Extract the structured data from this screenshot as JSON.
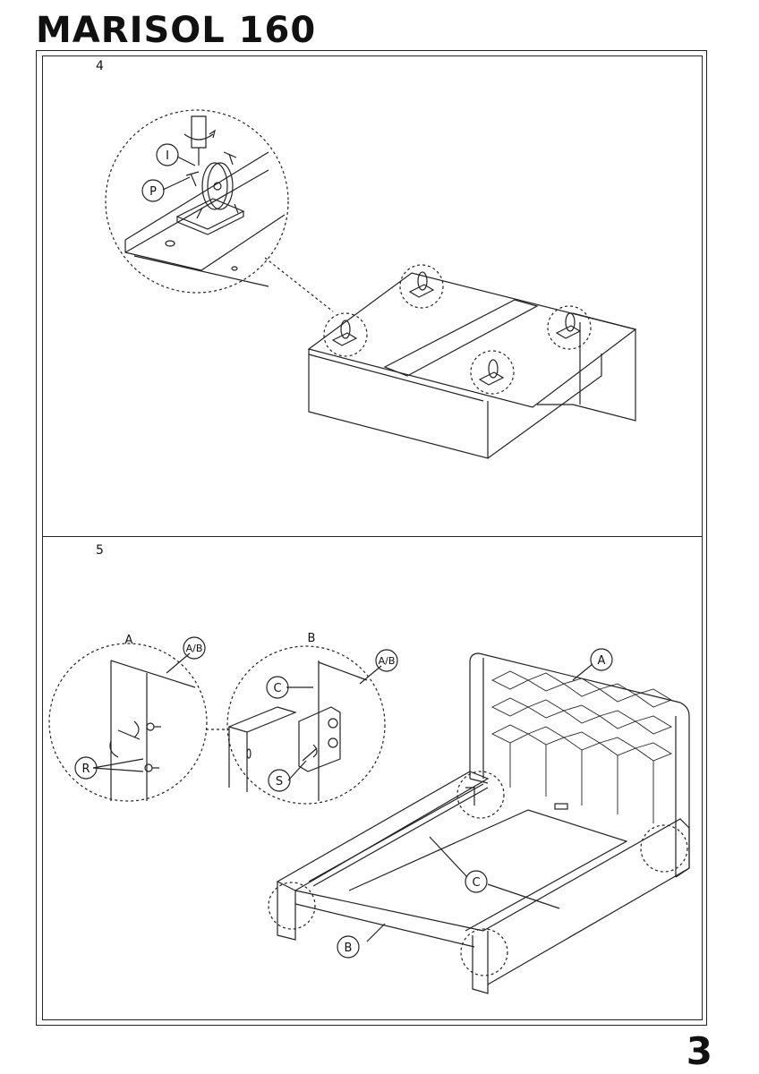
{
  "header": {
    "title": "MARISOL 160"
  },
  "steps": [
    {
      "number": "4"
    },
    {
      "number": "5"
    }
  ],
  "labels": {
    "step4": {
      "screw": "I",
      "plate": "P"
    },
    "step5": {
      "detail_a": "A",
      "detail_b": "B",
      "ab_left": "A/B",
      "ab_right": "A/B",
      "allen_r": "R",
      "part_c_detail": "C",
      "allen_s": "S",
      "headboard": "A",
      "rail": "C",
      "footboard": "B"
    }
  },
  "footer": {
    "page_number": "3"
  }
}
